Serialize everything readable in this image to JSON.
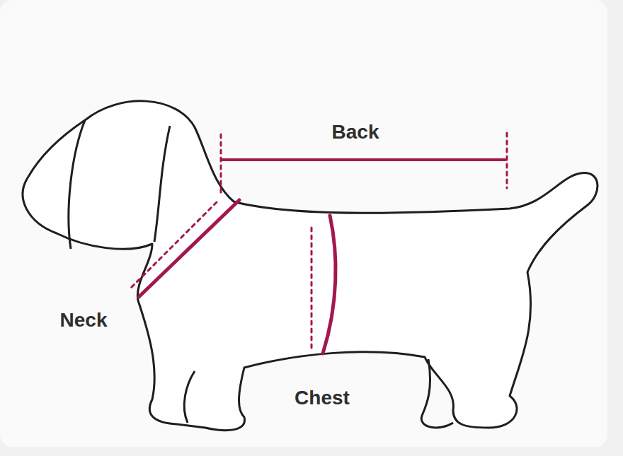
{
  "diagram": {
    "labels": [
      "Back",
      "Neck",
      "Chest"
    ]
  }
}
